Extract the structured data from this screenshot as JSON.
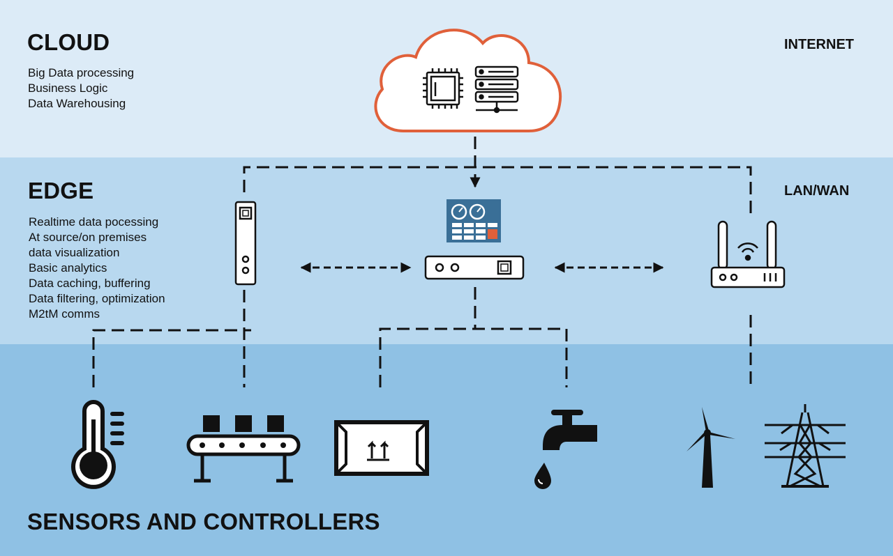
{
  "cloud": {
    "title": "CLOUD",
    "zone": "INTERNET",
    "features": [
      "Big Data processing",
      "Business Logic",
      "Data Warehousing"
    ]
  },
  "edge": {
    "title": "EDGE",
    "zone": "LAN/WAN",
    "features": [
      "Realtime data pocessing",
      "At source/on premises",
      "data visualization",
      "Basic analytics",
      "Data caching, buffering",
      "Data filtering, optimization",
      "M2tM comms"
    ]
  },
  "sensors": {
    "title": "SENSORS AND CONTROLLERS"
  },
  "colors": {
    "cloud_band": "#dcebf7",
    "edge_band": "#b8d8ef",
    "sensors_band": "#8fc1e4",
    "cloud_outline": "#e0603a",
    "dashboard_blue": "#3a6f97",
    "dashboard_orange": "#e0603a",
    "icon": "#111111"
  }
}
